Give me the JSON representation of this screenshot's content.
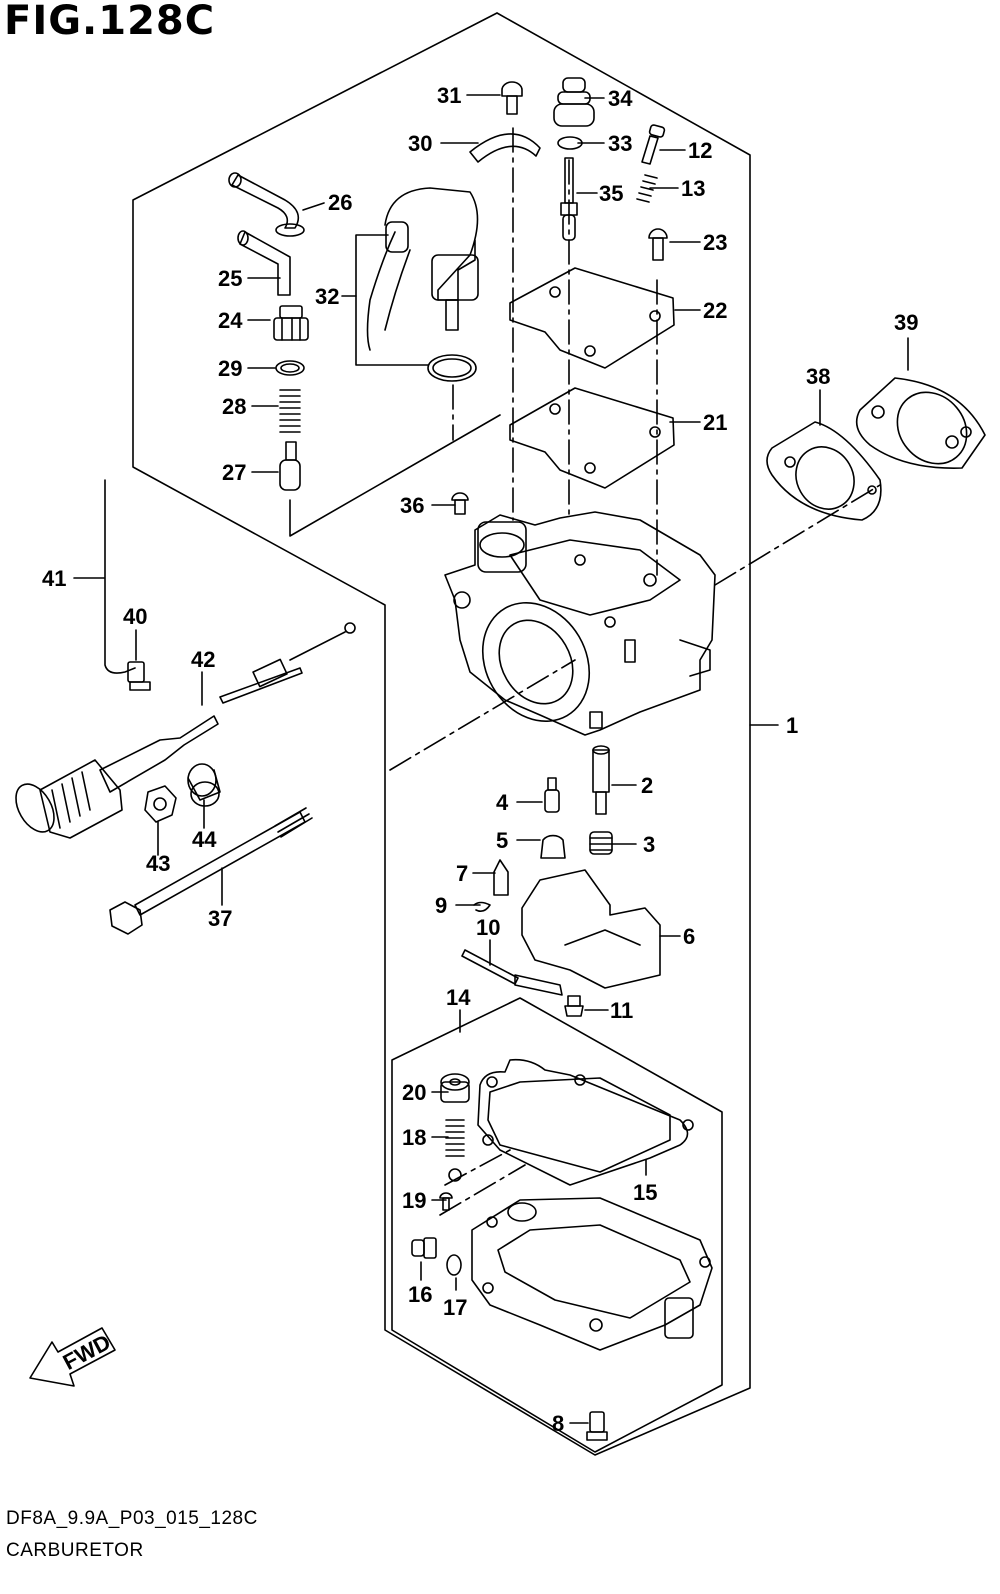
{
  "figure": {
    "title": "FIG.128C",
    "drawing_code": "DF8A_9.9A_P03_015_128C",
    "caption": "CARBURETOR",
    "fwd_label": "FWD"
  },
  "callouts": [
    "1",
    "2",
    "3",
    "4",
    "5",
    "6",
    "7",
    "8",
    "9",
    "10",
    "11",
    "12",
    "13",
    "14",
    "15",
    "16",
    "17",
    "18",
    "19",
    "20",
    "21",
    "22",
    "23",
    "24",
    "25",
    "26",
    "27",
    "28",
    "29",
    "30",
    "31",
    "32",
    "33",
    "34",
    "35",
    "36",
    "37",
    "38",
    "39",
    "40",
    "41",
    "42",
    "43",
    "44"
  ]
}
